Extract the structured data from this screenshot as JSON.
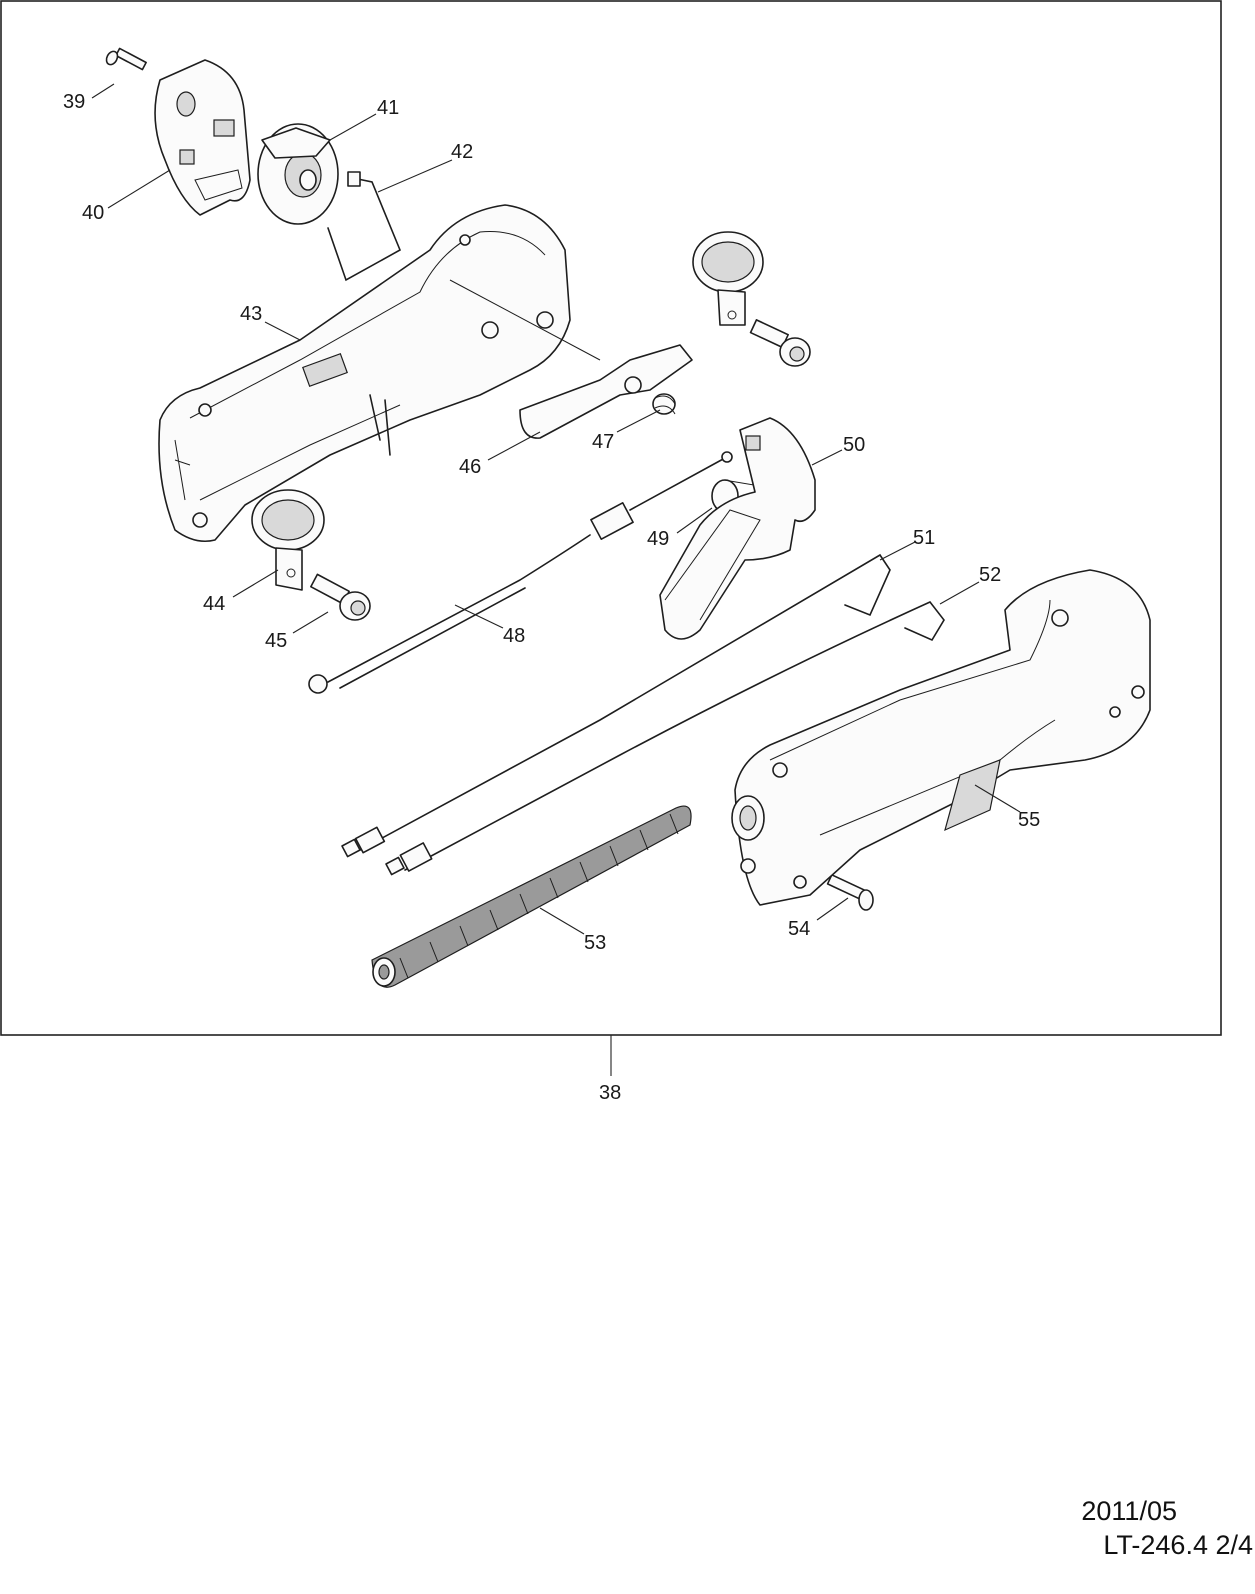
{
  "callouts": {
    "p38": "38",
    "p39": "39",
    "p40": "40",
    "p41": "41",
    "p42": "42",
    "p43": "43",
    "p44": "44",
    "p45": "45",
    "p46": "46",
    "p47": "47",
    "p48": "48",
    "p49": "49",
    "p50": "50",
    "p51": "51",
    "p52": "52",
    "p53": "53",
    "p54": "54",
    "p55": "55"
  },
  "footer": {
    "date": "2011/05",
    "reference": "LT-246.4 2/4"
  }
}
